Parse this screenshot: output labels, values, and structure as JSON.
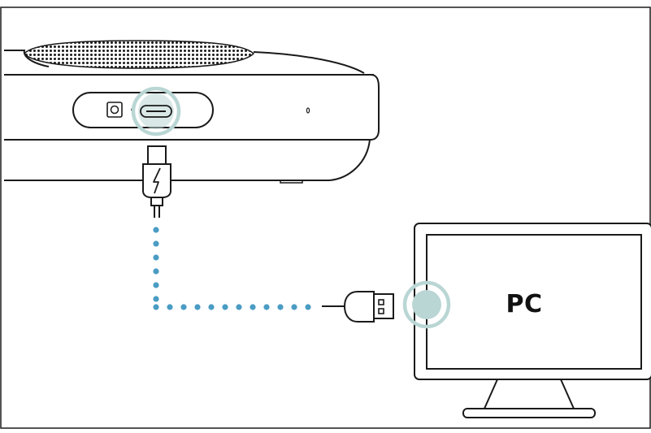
{
  "monitor": {
    "label": "PC"
  },
  "colors": {
    "line": "#1a1a1a",
    "highlight_ring": "#b9d6d4",
    "highlight_fill": "#b9d6d4",
    "cable_dots": "#4a9cc4",
    "background": "#ffffff"
  },
  "icons": {
    "device": "speakerphone",
    "device_port": "usb-c-port",
    "cable_end_device": "usb-c-connector",
    "cable_end_pc": "usb-a-connector",
    "pc": "monitor"
  }
}
